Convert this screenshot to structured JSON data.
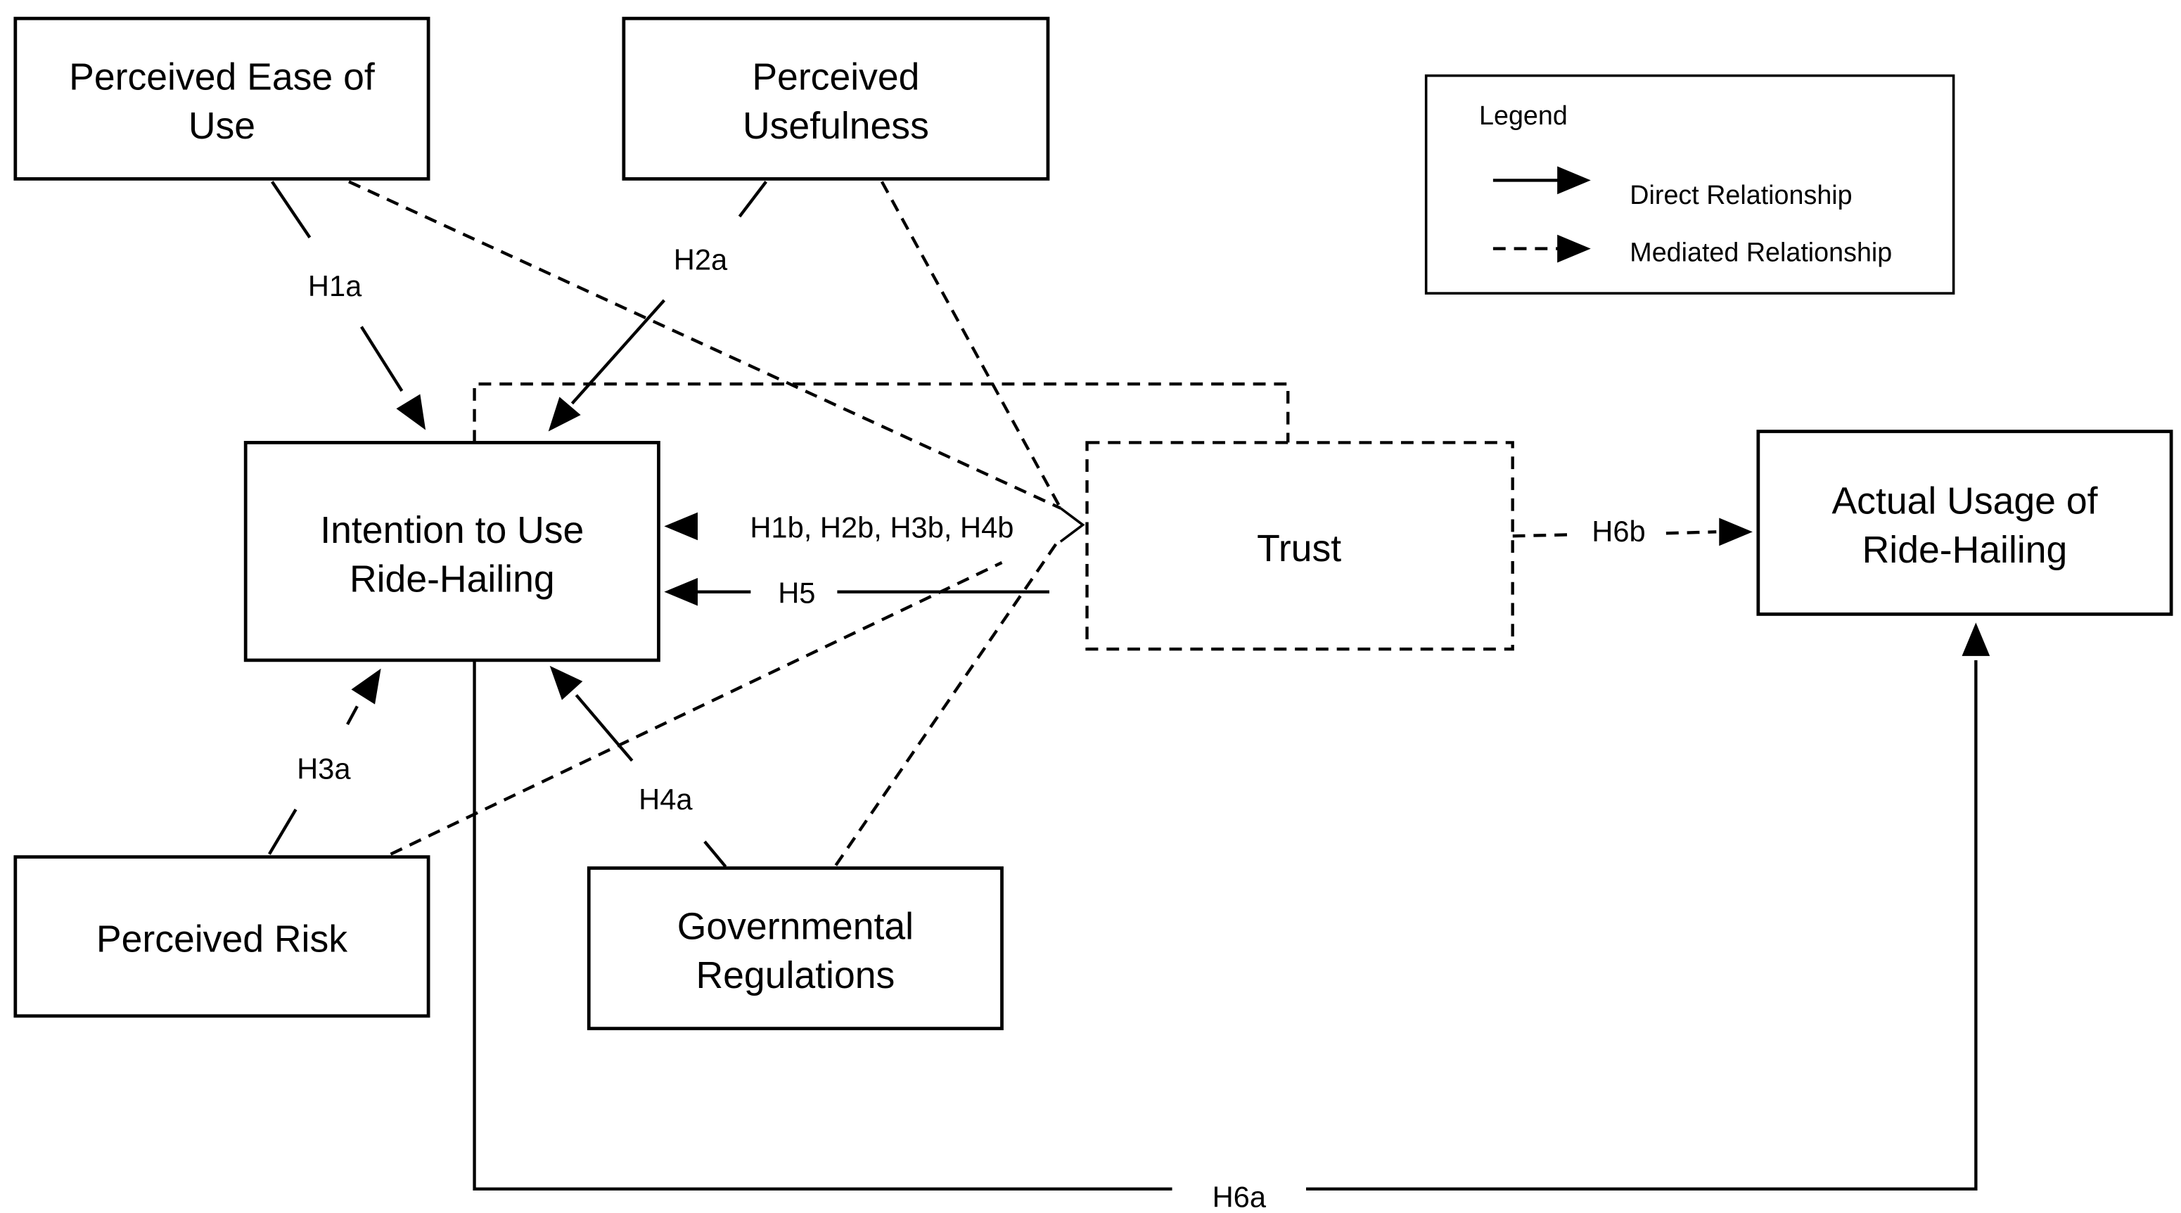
{
  "diagram": {
    "nodes": {
      "peou": {
        "lines": [
          "Perceived Ease of",
          "Use"
        ]
      },
      "pu": {
        "lines": [
          "Perceived",
          "Usefulness"
        ]
      },
      "intention": {
        "lines": [
          "Intention to Use",
          "Ride-Hailing"
        ]
      },
      "trust": {
        "lines": [
          "Trust"
        ]
      },
      "usage": {
        "lines": [
          "Actual Usage of",
          "Ride-Hailing"
        ]
      },
      "risk": {
        "lines": [
          "Perceived Risk"
        ]
      },
      "regulations": {
        "lines": [
          "Governmental",
          "Regulations"
        ]
      }
    },
    "edges": [
      {
        "id": "h1a",
        "label": "H1a",
        "from": "Perceived Ease of Use",
        "to": "Intention to Use Ride-Hailing",
        "style": "solid"
      },
      {
        "id": "h2a",
        "label": "H2a",
        "from": "Perceived Usefulness",
        "to": "Intention to Use Ride-Hailing",
        "style": "solid"
      },
      {
        "id": "h3a",
        "label": "H3a",
        "from": "Perceived Risk",
        "to": "Intention to Use Ride-Hailing",
        "style": "solid"
      },
      {
        "id": "h4a",
        "label": "H4a",
        "from": "Governmental Regulations",
        "to": "Intention to Use Ride-Hailing",
        "style": "solid"
      },
      {
        "id": "h5",
        "label": "H5",
        "from": "Trust",
        "to": "Intention to Use Ride-Hailing",
        "style": "solid"
      },
      {
        "id": "h6a",
        "label": "H6a",
        "from": "Intention to Use Ride-Hailing",
        "to": "Actual Usage of Ride-Hailing",
        "style": "solid"
      },
      {
        "id": "h6b",
        "label": "H6b",
        "from": "Trust",
        "to": "Actual Usage of Ride-Hailing",
        "style": "dashed"
      },
      {
        "id": "hb",
        "label": "H1b, H2b, H3b, H4b",
        "from": "Trust",
        "to": "Intention to Use Ride-Hailing",
        "style": "dashed"
      }
    ],
    "legend": {
      "title": "Legend",
      "direct": "Direct Relationship",
      "mediated": "Mediated Relationship"
    }
  }
}
